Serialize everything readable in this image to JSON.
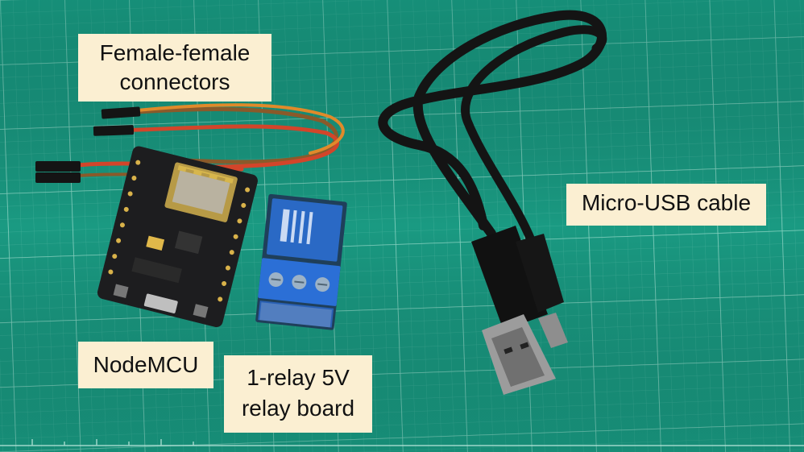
{
  "labels": {
    "female_connectors": {
      "line1": "Female-female",
      "line2": "connectors"
    },
    "micro_usb": "Micro-USB cable",
    "nodemcu": "NodeMCU",
    "relay_board": {
      "line1": "1-relay 5V",
      "line2": "relay board"
    }
  },
  "colors": {
    "mat": "#1a9a82",
    "grid_line": "#7fd0bf",
    "callout_bg": "#fbefd2",
    "pcb": "#1d1d1f",
    "relay_blue": "#2a69c5",
    "terminal_blue": "#2b6fd6",
    "wire_red": "#d2452a",
    "wire_orange": "#e08a2a",
    "wire_brown": "#8a5a2a",
    "cable_black": "#141414"
  }
}
